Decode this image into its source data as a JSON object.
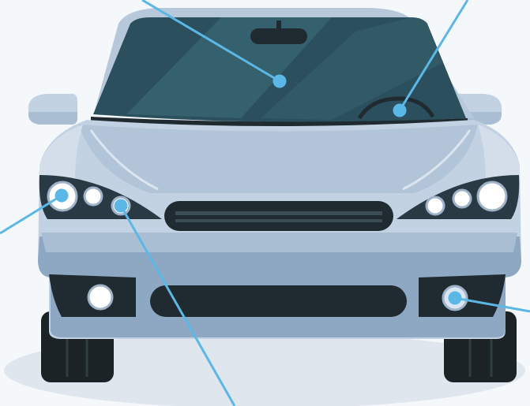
{
  "diagram": {
    "subject": "car-front-view",
    "colors": {
      "background": "#f5f8fb",
      "ground_shadow": "#dfe6ee",
      "body_light": "#c3d2e2",
      "body_mid": "#a9bdd3",
      "body_dark": "#8ea7c2",
      "roof": "#b7c8da",
      "windshield": "#2b4f5c",
      "windshield_reflection": "#3a6673",
      "trim_dark": "#1f2b31",
      "tire": "#1b2327",
      "light_white": "#ffffff",
      "callout": "#5bb8e6"
    },
    "callouts": [
      {
        "name": "windshield-callout",
        "target": "windshield"
      },
      {
        "name": "steering-wheel-callout",
        "target": "steering-wheel"
      },
      {
        "name": "headlight-left-callout",
        "target": "headlight-left"
      },
      {
        "name": "turn-signal-callout",
        "target": "turn-signal-left"
      },
      {
        "name": "fog-light-callout",
        "target": "fog-light-right"
      }
    ]
  }
}
